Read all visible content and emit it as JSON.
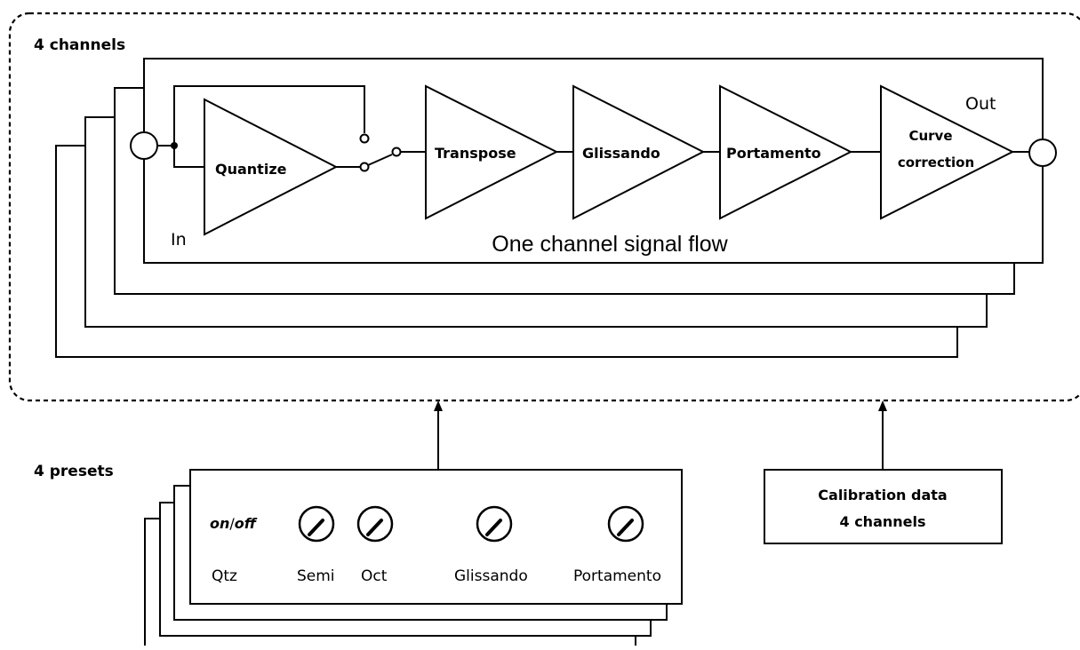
{
  "group": {
    "label": "4 channels"
  },
  "flow": {
    "caption": "One channel signal flow",
    "in_label": "In",
    "out_label": "Out",
    "blocks": {
      "quantize": "Quantize",
      "transpose": "Transpose",
      "glissando": "Glissando",
      "portamento": "Portamento",
      "curve_line1": "Curve",
      "curve_line2": "correction"
    }
  },
  "presets": {
    "label": "4 presets",
    "onoff_on": "on",
    "onoff_slash": "/",
    "onoff_off": "off",
    "knob_labels": {
      "qtz": "Qtz",
      "semi": "Semi",
      "oct": "Oct",
      "glissando": "Glissando",
      "portamento": "Portamento"
    }
  },
  "calibration": {
    "line1": "Calibration data",
    "line2": "4 channels"
  }
}
